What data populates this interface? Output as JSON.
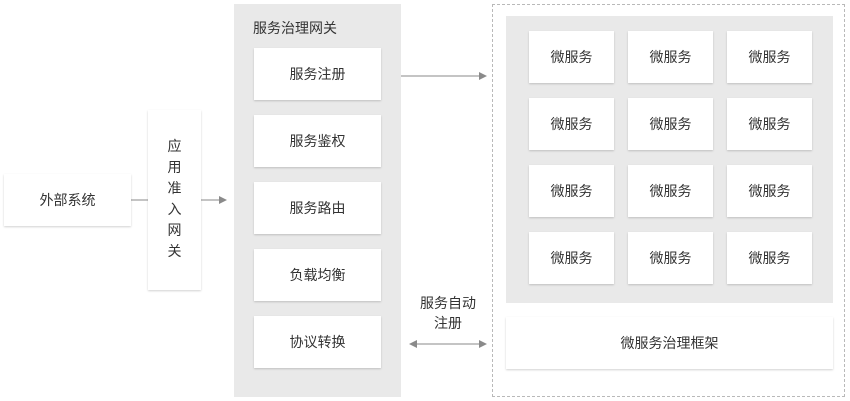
{
  "external_system": "外部系统",
  "entry_gateway": [
    "应",
    "用",
    "准",
    "入",
    "网",
    "关"
  ],
  "gateway": {
    "title": "服务治理网关",
    "items": [
      "服务注册",
      "服务鉴权",
      "服务路由",
      "负载均衡",
      "协议转换"
    ]
  },
  "microservice_label": "微服务",
  "auto_register_label": [
    "服务自动",
    "注册"
  ],
  "framework_label": "微服务治理框架",
  "colors": {
    "panel": "#e9e9e9",
    "arrow": "#888888",
    "dashed_border": "#b9b9b9"
  }
}
